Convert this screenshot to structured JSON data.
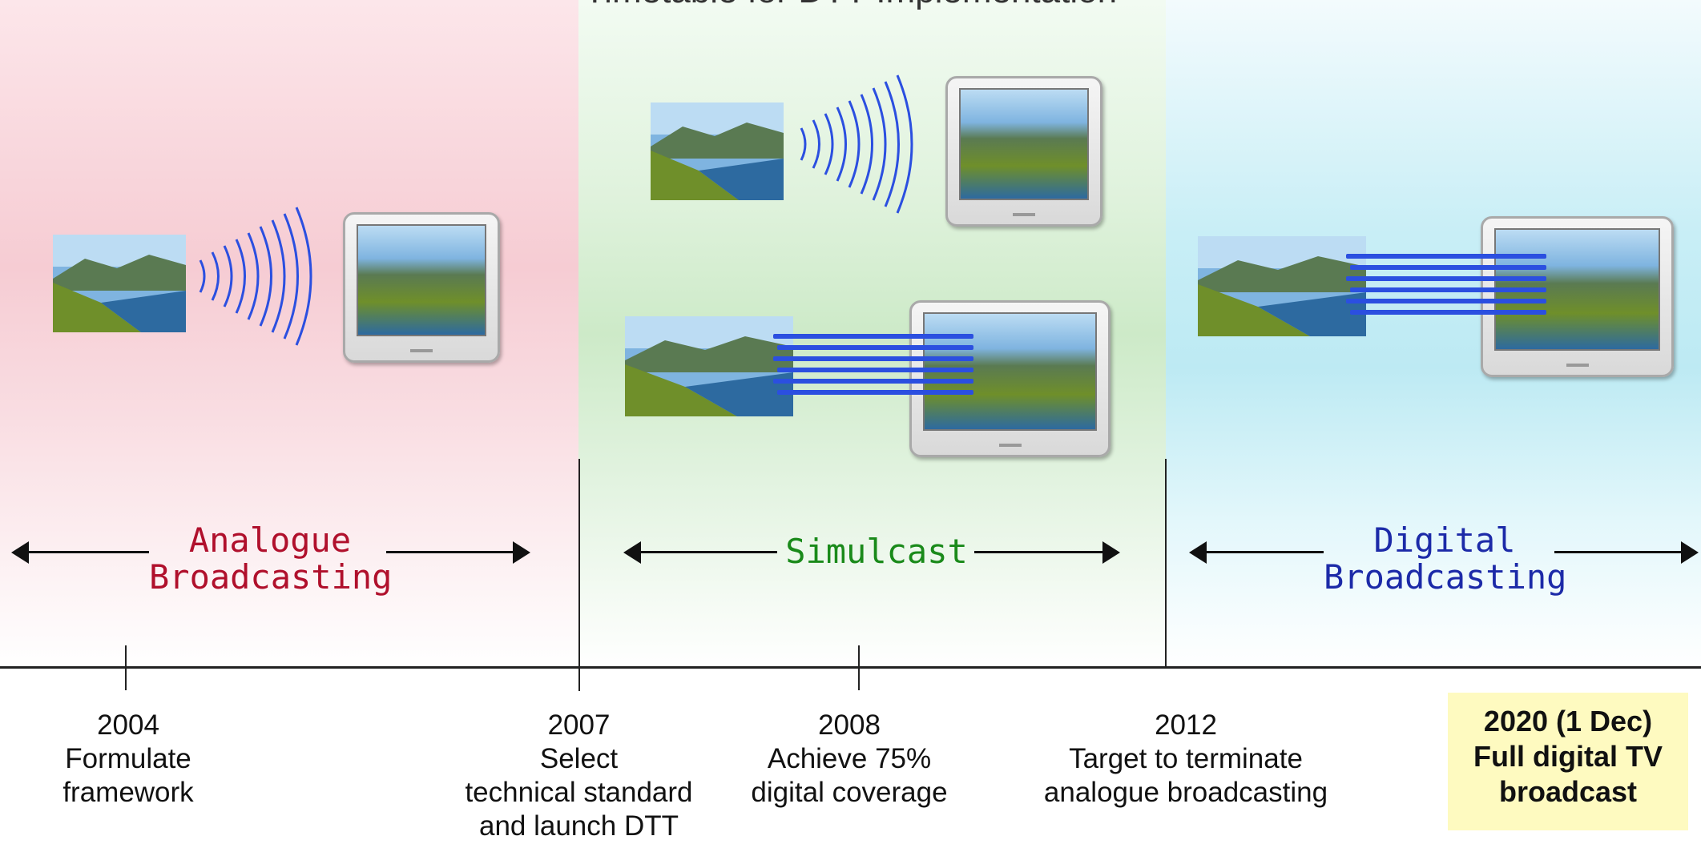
{
  "title": "Timetable for DTT Implementation",
  "phases": [
    {
      "label": "Analogue\nBroadcasting",
      "color": "#b0102c"
    },
    {
      "label": "Simulcast",
      "color": "#1a8a1a"
    },
    {
      "label": "Digital\nBroadcasting",
      "color": "#1c2aa8"
    }
  ],
  "milestones": [
    {
      "year": "2004",
      "desc": "Formulate\nframework"
    },
    {
      "year": "2007",
      "desc": "Select\ntechnical standard\nand launch DTT"
    },
    {
      "year": "2008",
      "desc": "Achieve 75%\ndigital coverage"
    },
    {
      "year": "2012",
      "desc": "Target to terminate\nanalogue broadcasting"
    },
    {
      "year": "2020 (1 Dec)",
      "desc": "Full digital TV\nbroadcast"
    }
  ],
  "colors": {
    "analogue_bg": "#f6ccd3",
    "simulcast_bg": "#cdeac8",
    "digital_bg": "#bdeaf3",
    "signal_blue": "#2b4fe0",
    "highlight_bg": "#fefac0"
  },
  "icons": [
    "landscape-picture",
    "analogue-wave",
    "digital-bitstream",
    "television"
  ],
  "highlighted_milestone_index": 4
}
